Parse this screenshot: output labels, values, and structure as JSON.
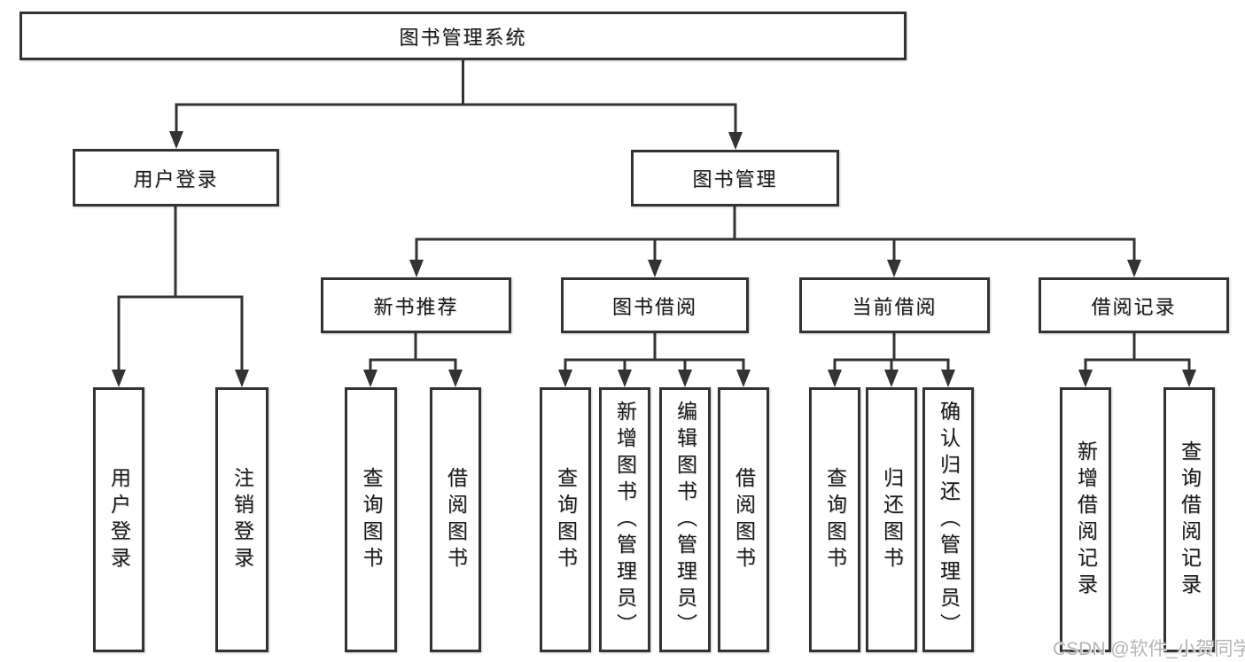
{
  "tree": {
    "label": "图书管理系统",
    "children": [
      {
        "label": "用户登录",
        "children": [
          {
            "label": "用户登录"
          },
          {
            "label": "注销登录"
          }
        ]
      },
      {
        "label": "图书管理",
        "children": [
          {
            "label": "新书推荐",
            "children": [
              {
                "label": "查询图书"
              },
              {
                "label": "借阅图书"
              }
            ]
          },
          {
            "label": "图书借阅",
            "children": [
              {
                "label": "查询图书"
              },
              {
                "label": "新增图书（管理员）"
              },
              {
                "label": "编辑图书（管理员）"
              },
              {
                "label": "借阅图书"
              }
            ]
          },
          {
            "label": "当前借阅",
            "children": [
              {
                "label": "查询图书"
              },
              {
                "label": "归还图书"
              },
              {
                "label": "确认归还（管理员）"
              }
            ]
          },
          {
            "label": "借阅记录",
            "children": [
              {
                "label": "新增借阅记录"
              },
              {
                "label": "查询借阅记录"
              }
            ]
          }
        ]
      }
    ]
  },
  "watermark": {
    "text": "CSDN @软件_小贺同学"
  },
  "colors": {
    "line": "#333333",
    "text": "#1a1a1a",
    "watermark": "#b5b5b5",
    "background": "#ffffff"
  }
}
